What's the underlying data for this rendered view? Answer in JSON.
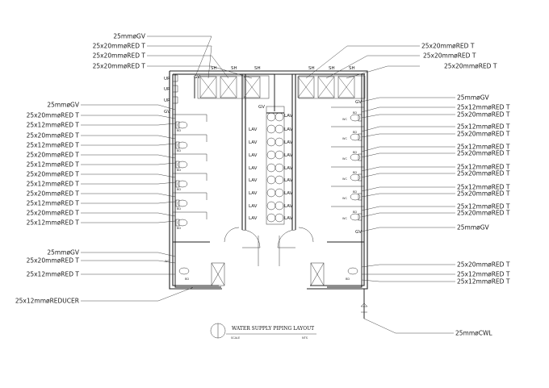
{
  "left_labels": [
    {
      "text": "25mmøGV"
    },
    {
      "text": "25x20mmøRED T"
    },
    {
      "text": "25x12mmøRED T"
    },
    {
      "text": "25x20mmøRED T"
    },
    {
      "text": "25x12mmøRED T"
    },
    {
      "text": "25x20mmøRED T"
    },
    {
      "text": "25x12mmøRED T"
    },
    {
      "text": "25x20mmøRED T"
    },
    {
      "text": "25x12mmøRED T"
    },
    {
      "text": "25x20mmøRED T"
    },
    {
      "text": "25x12mmøRED T"
    },
    {
      "text": "25x20mmøRED T"
    },
    {
      "text": "25x12mmøRED T"
    },
    {
      "text": "25mmøGV"
    },
    {
      "text": "25x20mmøRED T"
    },
    {
      "text": "25x12mmøRED T"
    },
    {
      "text": "25x12mmøREDUCER"
    }
  ],
  "top_left_labels": [
    {
      "text": "25mmøGV"
    },
    {
      "text": "25x20mmøRED T"
    },
    {
      "text": "25x20mmøRED T"
    },
    {
      "text": "25x20mmøRED T"
    }
  ],
  "top_right_labels": [
    {
      "text": "25x20mmøRED T"
    },
    {
      "text": "25x20mmøRED T"
    },
    {
      "text": "25x20mmøRED T"
    }
  ],
  "right_labels": [
    {
      "text": "25mmøGV"
    },
    {
      "text": "25x12mmøRED T"
    },
    {
      "text": "25x20mmøRED T"
    },
    {
      "text": "25x12mmøRED T"
    },
    {
      "text": "25x20mmøRED T"
    },
    {
      "text": "25x12mmøRED T"
    },
    {
      "text": "25x20mmøRED T"
    },
    {
      "text": "25x12mmøRED T"
    },
    {
      "text": "25x20mmøRED T"
    },
    {
      "text": "25x12mmøRED T"
    },
    {
      "text": "25x20mmøRED T"
    },
    {
      "text": "25x12mmøRED T"
    },
    {
      "text": "25x20mmøRED T"
    },
    {
      "text": "25mmøGV"
    },
    {
      "text": "25x20mmøRED T"
    },
    {
      "text": "25x12mmøRED T"
    },
    {
      "text": "25x12mmøRED T"
    },
    {
      "text": "25mmøCWL"
    }
  ],
  "fixtures": {
    "shower": "SH",
    "urinal": "UR",
    "gate_valve": "GV",
    "lavatory": "LAV",
    "bidet": "BD",
    "water_closet": "WC"
  },
  "title_block": {
    "title": "WATER SUPPLY PIPING LAYOUT",
    "scale": "SCALE",
    "nts": "NTS"
  }
}
